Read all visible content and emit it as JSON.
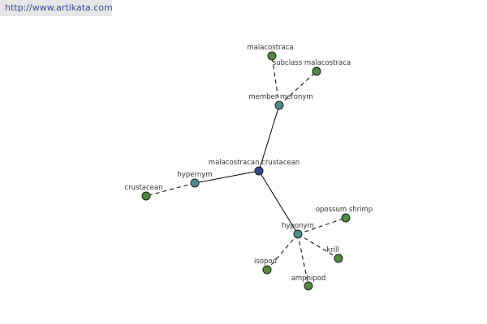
{
  "site_url": "http://www.artikata.com",
  "colors": {
    "center_fill": "#3b4a8a",
    "relation_fill": "#4e8c8c",
    "leaf_fill": "#4f8a3f",
    "node_stroke": "#1f1f1f",
    "edge_stroke": "#000000"
  },
  "nodes": [
    {
      "id": "center",
      "label": "malacostracan crustacean",
      "kind": "center"
    },
    {
      "id": "member-meronym",
      "label": "member meronym",
      "kind": "relation"
    },
    {
      "id": "hypernym",
      "label": "hypernym",
      "kind": "relation"
    },
    {
      "id": "hyponym",
      "label": "hyponym",
      "kind": "relation"
    },
    {
      "id": "malacostraca",
      "label": "malacostraca",
      "kind": "leaf"
    },
    {
      "id": "subclass-malacostraca",
      "label": "subclass malacostraca",
      "kind": "leaf"
    },
    {
      "id": "crustacean",
      "label": "crustacean",
      "kind": "leaf"
    },
    {
      "id": "opossum-shrimp",
      "label": "opossum shrimp",
      "kind": "leaf"
    },
    {
      "id": "krill",
      "label": "krill",
      "kind": "leaf"
    },
    {
      "id": "isopod",
      "label": "isopod",
      "kind": "leaf"
    },
    {
      "id": "amphipod",
      "label": "amphipod",
      "kind": "leaf"
    }
  ],
  "edges": [
    {
      "from": "center",
      "to": "member-meronym",
      "style": "solid"
    },
    {
      "from": "center",
      "to": "hypernym",
      "style": "solid"
    },
    {
      "from": "center",
      "to": "hyponym",
      "style": "solid"
    },
    {
      "from": "member-meronym",
      "to": "malacostraca",
      "style": "dashed"
    },
    {
      "from": "member-meronym",
      "to": "subclass-malacostraca",
      "style": "dashed"
    },
    {
      "from": "hypernym",
      "to": "crustacean",
      "style": "dashed"
    },
    {
      "from": "hyponym",
      "to": "opossum-shrimp",
      "style": "dashed"
    },
    {
      "from": "hyponym",
      "to": "krill",
      "style": "dashed"
    },
    {
      "from": "hyponym",
      "to": "isopod",
      "style": "dashed"
    },
    {
      "from": "hyponym",
      "to": "amphipod",
      "style": "dashed"
    }
  ]
}
